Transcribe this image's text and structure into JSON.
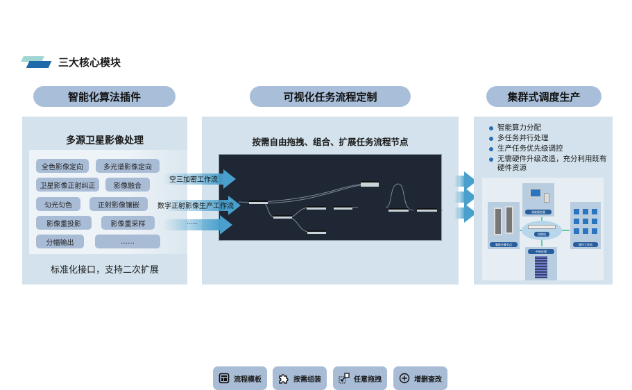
{
  "header": {
    "title": "三大核心模块"
  },
  "modules": [
    {
      "pill": "智能化算法插件",
      "title": "多源卫星影像处理",
      "tags": [
        "全色影像定向",
        "多光谱影像定向",
        "卫星影像正射纠正",
        "影像融合",
        "匀光匀色",
        "正射影像镶嵌",
        "影像重投影",
        "影像重采样",
        "分幅输出",
        "……"
      ],
      "footer": "标准化接口，支持二次扩展"
    },
    {
      "pill": "可视化任务流程定制",
      "title": "按需自由拖拽、组合、扩展任务流程节点",
      "arrows": [
        "空三加密工作流",
        "数字正射影像生产工作流",
        "……"
      ],
      "buttons": [
        {
          "label": "流程模板",
          "icon": "template-icon"
        },
        {
          "label": "按需组装",
          "icon": "puzzle-icon"
        },
        {
          "label": "任意拖拽",
          "icon": "drag-icon"
        },
        {
          "label": "增删查改",
          "icon": "plus-circle-icon"
        }
      ]
    },
    {
      "pill": "集群式调度生产",
      "bullets": [
        "智能算力分配",
        "多任务并行处理",
        "生产任务优先级调控",
        "无需硬件升级改造，充分利用既有硬件资源"
      ],
      "diagram": {
        "server": "调度服务器",
        "switch": "交换机",
        "storage": "中央存储",
        "cluster": "集群计算节点",
        "workstation": "操作工作站"
      }
    }
  ],
  "colors": {
    "pill": "#a9bfd9",
    "panel": "#d3e2ec",
    "canvas": "#1f2735",
    "arrow": "#4aa0cd",
    "bullet": "#2a6db5"
  }
}
